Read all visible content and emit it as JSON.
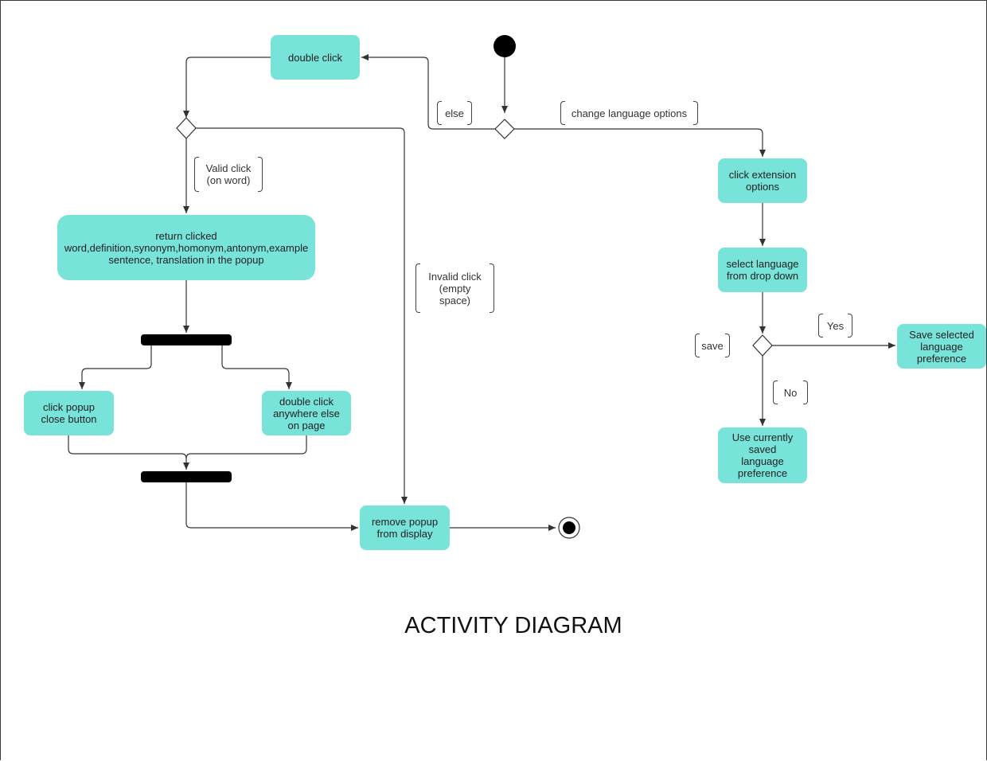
{
  "diagram": {
    "title": "ACTIVITY DIAGRAM",
    "nodes": {
      "double_click": "double click",
      "return_clicked": "return clicked\nword,definition,synonym,homonym,antonym,example\nsentence, translation in the popup",
      "click_popup_close": "click popup\nclose button",
      "double_click_anywhere": "double click\nanywhere else\non page",
      "remove_popup": "remove popup\nfrom display",
      "click_extension_options": "click extension\noptions",
      "select_language": "select language\nfrom drop down",
      "save_selected": "Save selected\nlanguage\npreference",
      "use_current": "Use currently\nsaved\nlanguage\npreference"
    },
    "guards": {
      "else": "else",
      "change_language": "change language options",
      "valid_click": "Valid click\n(on word)",
      "invalid_click": "Invalid click\n(empty\nspace)",
      "save": "save",
      "yes": "Yes",
      "no": "No"
    },
    "colors": {
      "activity": "#77e3d9",
      "line": "#333333",
      "bar": "#000000"
    }
  }
}
